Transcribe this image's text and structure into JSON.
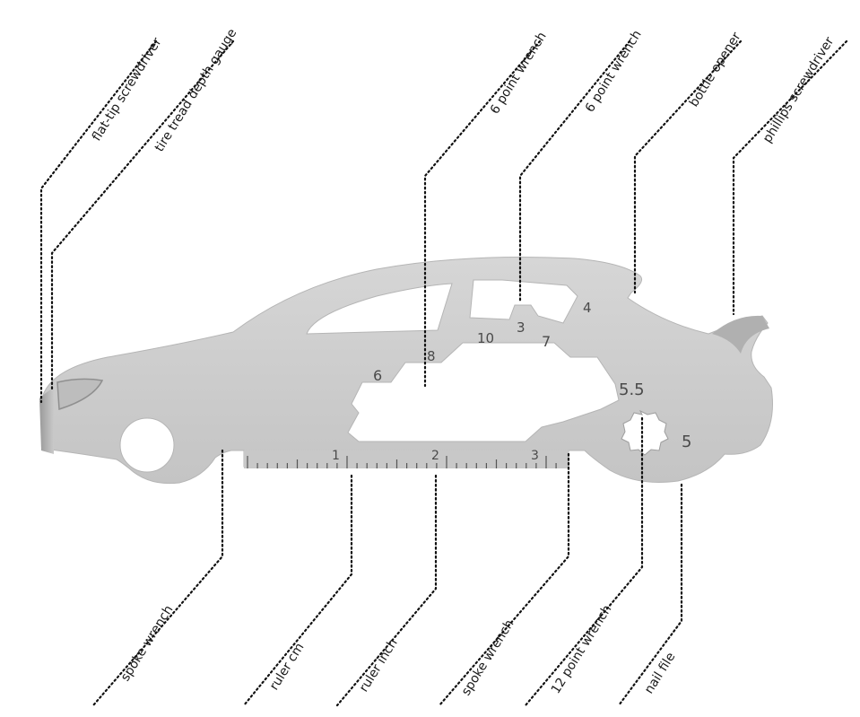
{
  "diagram": {
    "callouts_top": [
      "flat-tip screwdriver",
      "tire tread depth gauge",
      "6 point wrench",
      "6 point wrench",
      "bottle opener",
      "phillips screwdriver"
    ],
    "callouts_bottom": [
      "spoke wrench",
      "ruler cm",
      "ruler inch",
      "spoke wrench",
      "12 point wrench",
      "nail file"
    ],
    "wrench_sizes": [
      "6",
      "8",
      "10",
      "3",
      "7",
      "4",
      "5.5",
      "5"
    ],
    "ruler_numbers": [
      "1",
      "2",
      "3"
    ],
    "colors": {
      "tool_body": "#cfcfcf",
      "tool_edge": "#a8a8a8",
      "leader": "#111111",
      "text": "#1a1a1a"
    }
  }
}
